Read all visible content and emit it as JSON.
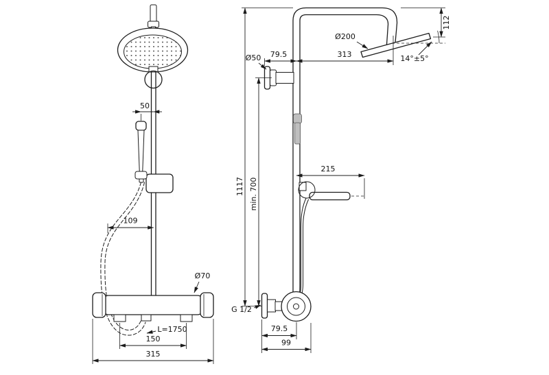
{
  "drawing": {
    "front_view": {
      "rail_offset": "50",
      "handshower_offset": "109",
      "handle_diameter": "Ø70",
      "hose_length": "L=1750",
      "inlet_spacing": "150",
      "total_width": "315"
    },
    "side_view": {
      "head_diameter": "Ø200",
      "head_height": "112",
      "arm_reach": "313",
      "head_angle": "14°±5°",
      "flange_diameter": "Ø50",
      "wall_to_pipe_top": "79.5",
      "handshower_reach": "215",
      "total_height": "1117",
      "min_mount_height": "min. 700",
      "connection_thread": "G 1/2",
      "wall_to_pipe_bottom": "79.5",
      "total_depth": "99"
    }
  }
}
